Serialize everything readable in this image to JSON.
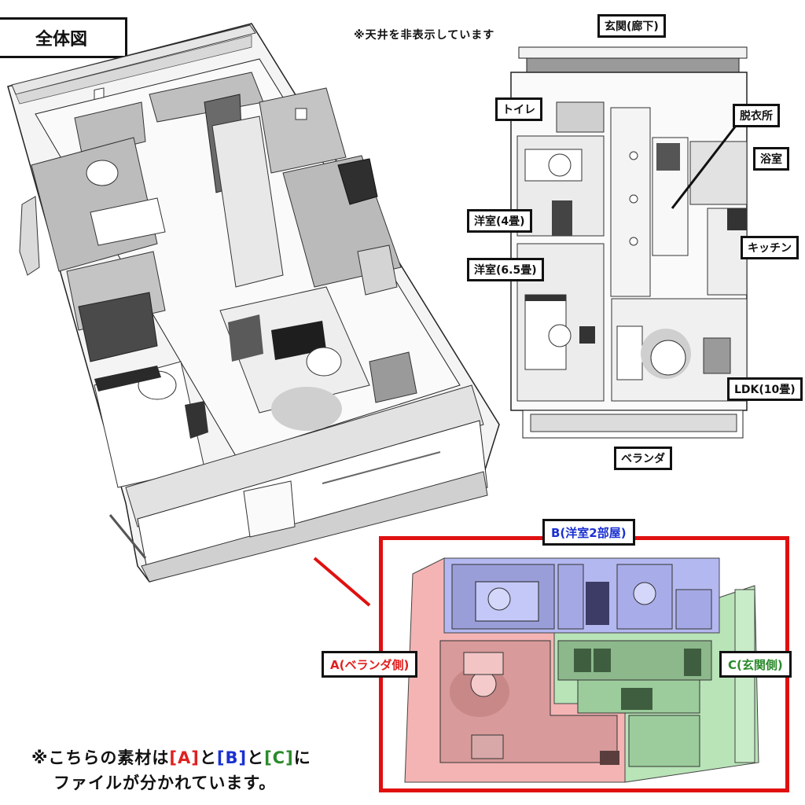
{
  "header": {
    "title": "全体図",
    "note": "※天井を非表示しています"
  },
  "floorplan_labels": {
    "entrance": "玄関(廊下)",
    "toilet": "トイレ",
    "dressing_room": "脱衣所",
    "bathroom": "浴室",
    "western_room_4": "洋室(4畳)",
    "western_room_6_5": "洋室(6.5畳)",
    "kitchen": "キッチン",
    "ldk": "LDK(10畳)",
    "veranda": "ベランダ"
  },
  "split_diagram": {
    "label_a": "A(ベランダ側)",
    "label_b": "B(洋室2部屋)",
    "label_c": "C(玄関側)",
    "colors": {
      "frame": "#e01010",
      "a_text": "#e02020",
      "b_text": "#1a30d0",
      "c_text": "#2a8a2a",
      "a_fill": "#f4b4b4",
      "b_fill": "#b4b8f0",
      "c_fill": "#b8e4b8"
    }
  },
  "footer": {
    "prefix": "※こちらの素材は",
    "tag_a": "[A]",
    "sep1": "と",
    "tag_b": "[B]",
    "sep2": "と",
    "tag_c": "[C]",
    "suffix": "に",
    "line2": "ファイルが分かれています。"
  }
}
